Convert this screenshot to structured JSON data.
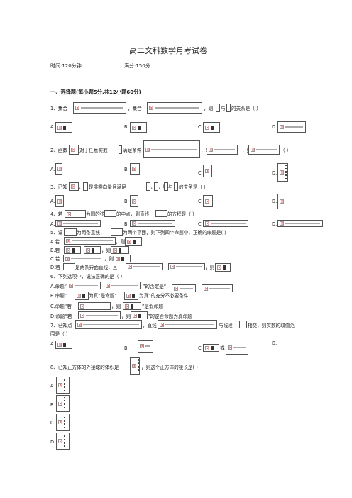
{
  "title": "高二文科数学月考试卷",
  "meta": {
    "time": "时间:120分钟",
    "score": "满分:150分"
  },
  "section1": "一、选择题(每小题5分,共12小题60分)",
  "q1": {
    "num": "1、集合",
    "mid": "，集合",
    "then": "，则",
    "and": "与",
    "tail": "的关系是（      ）"
  },
  "q2": {
    "num": "2、函数",
    "a": "对于任意实数",
    "b": "满足条件",
    "c": "，若",
    "d": "，则",
    "tail": "（    ）"
  },
  "q3": {
    "num": "3、已知",
    "a": "，",
    "b": "是非零向量且满足",
    "c": "，",
    "d": "，则",
    "e": "与",
    "tail": "的夹角是（  ）"
  },
  "q4": {
    "num": "4、若",
    "a": "为圆的弦",
    "b": "的中点，则直线",
    "tail": "的方程是（      ）"
  },
  "q5": {
    "num": "5、设",
    "a": "为两条直线，",
    "tail": "为两个平面，则下列四个命题中，正确的命题是(      )",
    "A": "A.若",
    "B": "B.若",
    "C": "C.若",
    "D": "D.若",
    "Dmid": "是两条异面直线，且",
    "then": "，则"
  },
  "q6": {
    "num": "6、下列选项中，说法正确的是（      ）",
    "A1": "A.命题“",
    "A2": "”的否定是“",
    "B1": "B.命题“",
    "B2": "为真”是命题“",
    "B3": "为真”的充分不必要条件",
    "C1": "C.命题“若",
    "C2": "，则",
    "C3": "”是假命题",
    "D1": "D.命题“若",
    "D2": "，则",
    "D3": "”的逆否命题为真命题"
  },
  "q7": {
    "num": "7、已知点",
    "a": "，直线",
    "b": "与线段",
    "c": "相交，则实数的取值范",
    "line2": "围是（    ）",
    "C_mid": "或"
  },
  "q8": {
    "num": "8、已知正方体的外接球的体积是",
    "tail": "，则这个正方体的棱长是(      )"
  },
  "labels": {
    "A": "A.",
    "B": "B.",
    "C": "C.",
    "D": "D."
  }
}
